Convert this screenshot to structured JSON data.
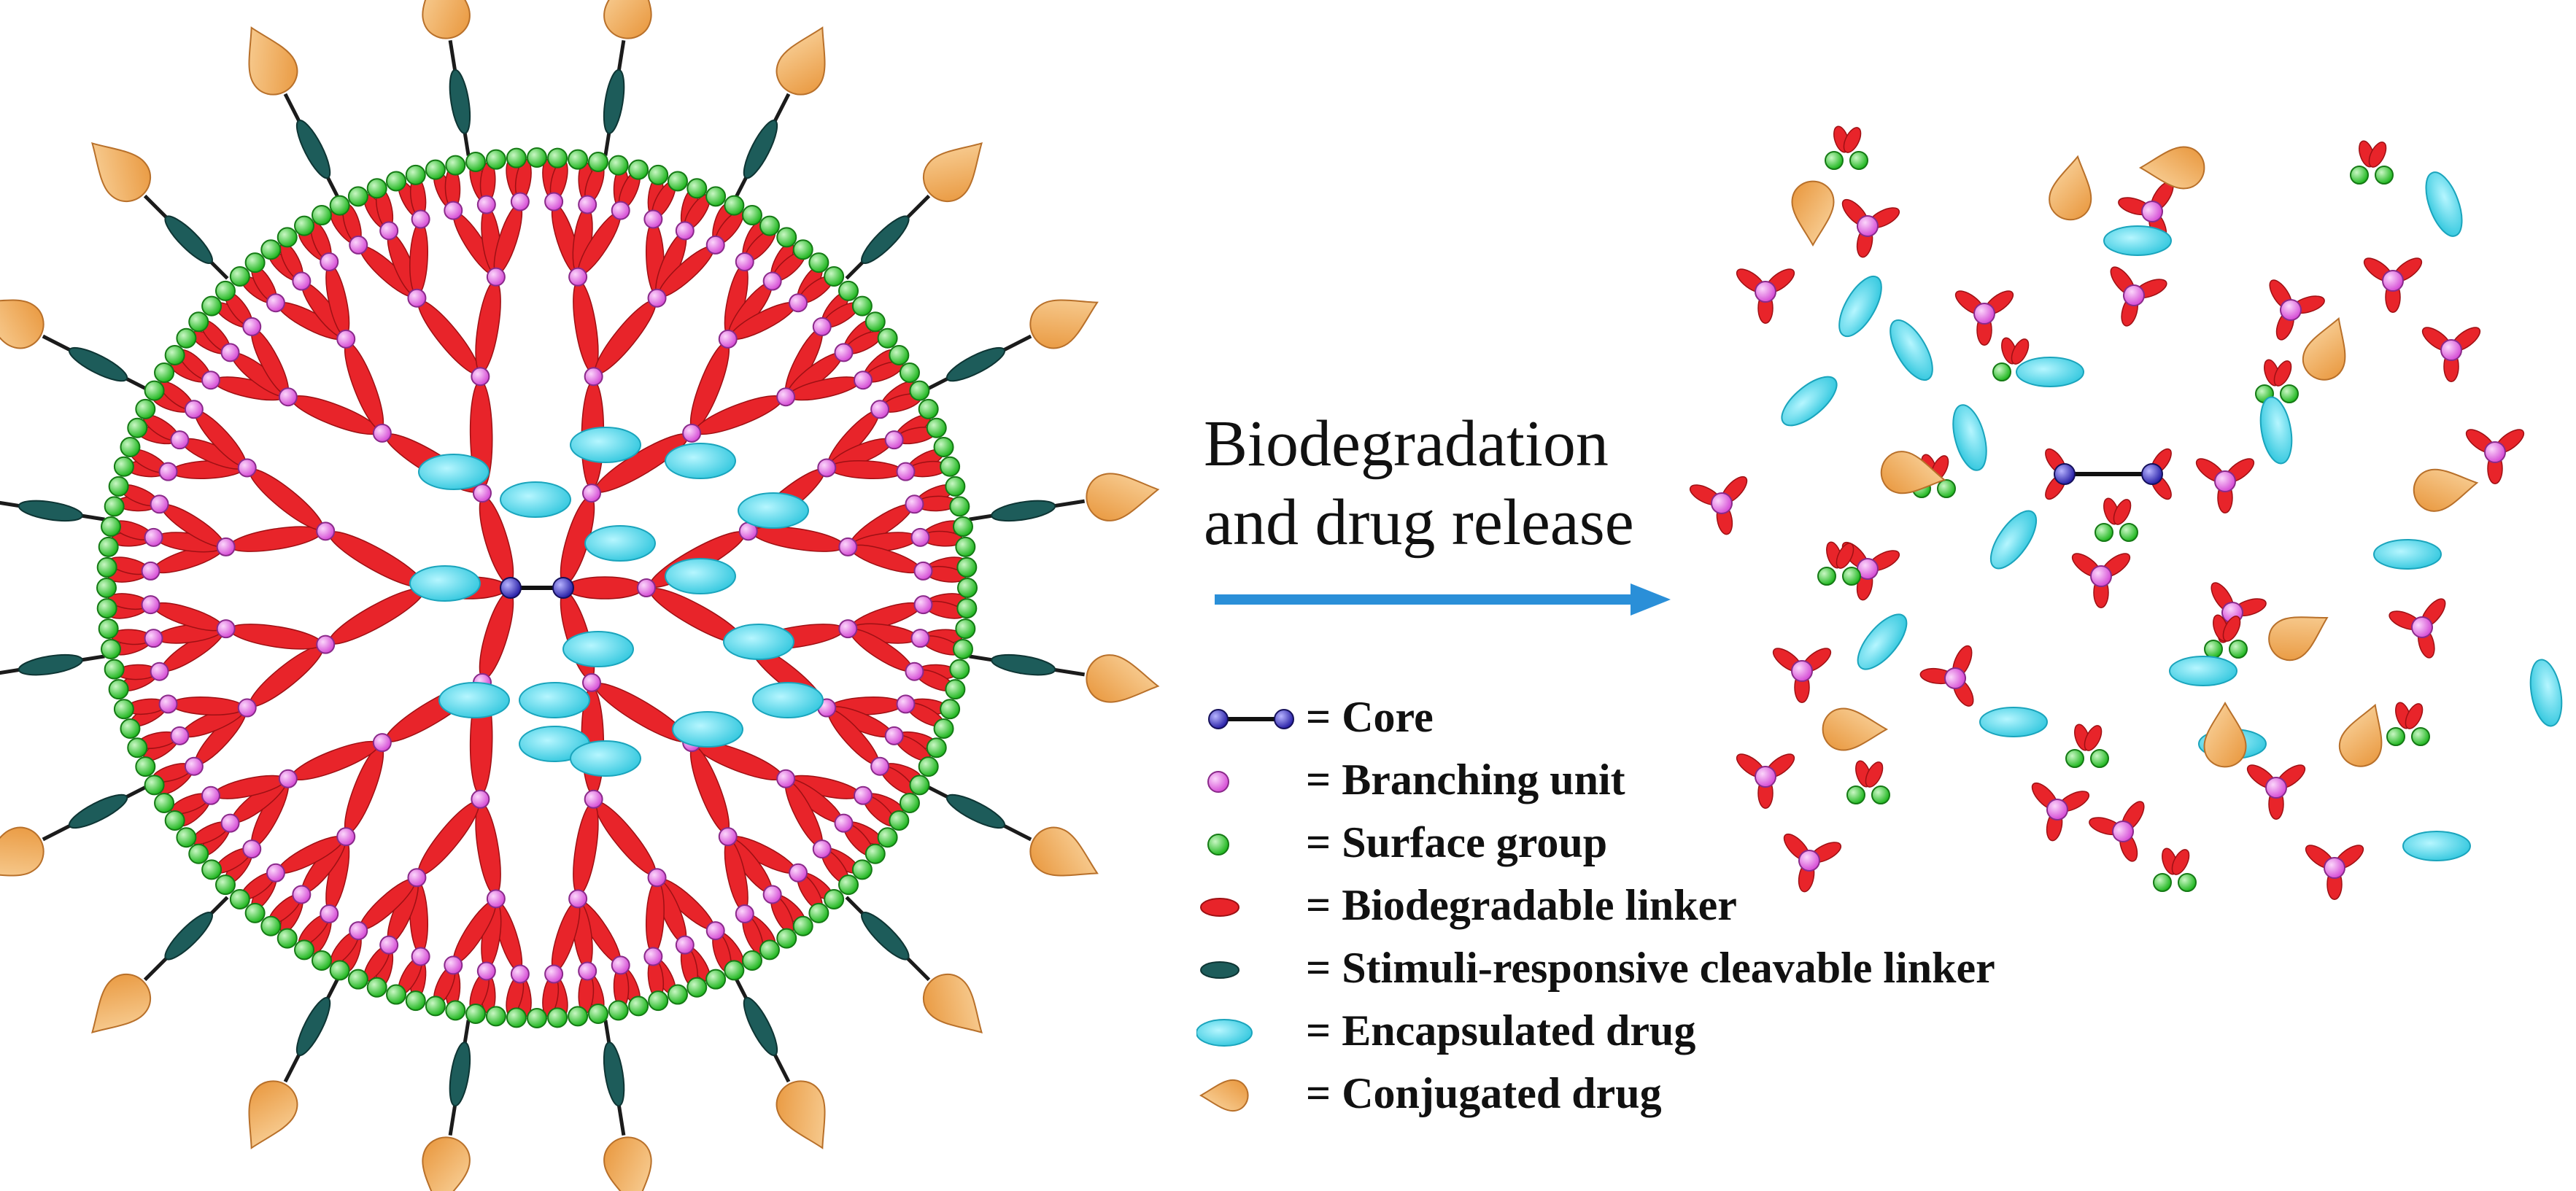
{
  "process": {
    "line1": "Biodegradation",
    "line2": "and drug release"
  },
  "legend": [
    {
      "key": "core",
      "label": "= Core"
    },
    {
      "key": "branching",
      "label": "= Branching unit"
    },
    {
      "key": "surface",
      "label": "= Surface group"
    },
    {
      "key": "biolinker",
      "label": "= Biodegradable linker"
    },
    {
      "key": "stimlinker",
      "label": "= Stimuli-responsive cleavable linker"
    },
    {
      "key": "encap",
      "label": "= Encapsulated drug"
    },
    {
      "key": "conj",
      "label": "= Conjugated drug"
    }
  ],
  "colors": {
    "core": "#3b2fbf",
    "branching": "#e65ce6",
    "surface": "#2fd12f",
    "biolinker": "#e8242a",
    "stimlinker": "#1d5c5a",
    "encap": "#3fd6ec",
    "conj": "#f0a94e",
    "arrow": "#2a8fd8"
  }
}
